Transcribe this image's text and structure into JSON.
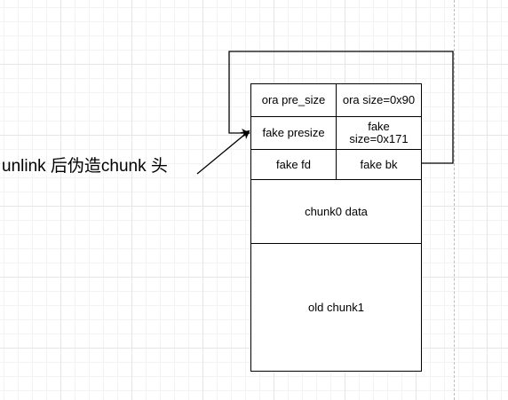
{
  "annotation": {
    "label": "unlink 后伪造chunk 头"
  },
  "chunk_table": {
    "ora_pre_size": "ora pre_size",
    "ora_size": "ora size=0x90",
    "fake_presize": "fake presize",
    "fake_size": "fake size=0x171",
    "fake_fd": "fake fd",
    "fake_bk": "fake bk",
    "chunk0_data": "chunk0 data",
    "old_chunk1": "old chunk1"
  },
  "colors": {
    "line": "#000000",
    "box_fill": "#ffffff",
    "grid": "#e6e6e6"
  }
}
